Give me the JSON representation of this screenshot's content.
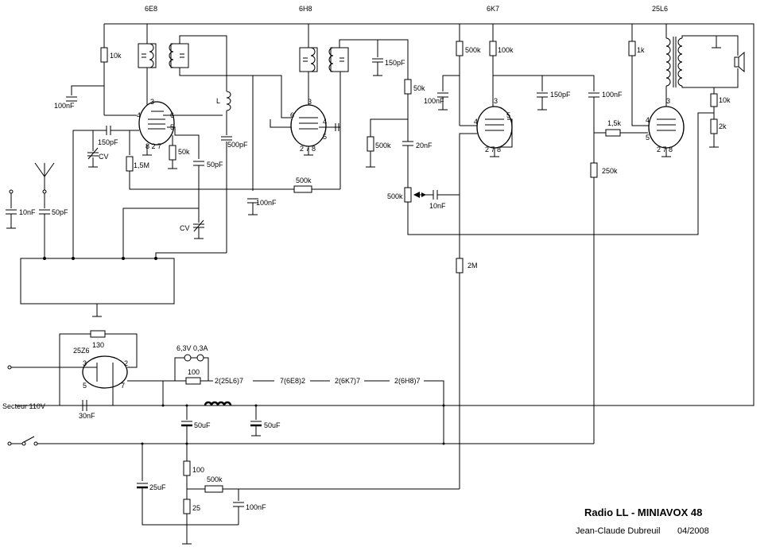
{
  "title": "Radio LL - MINIAVOX 48",
  "author": "Jean-Claude Dubreuil",
  "date": "04/2008",
  "tubes": {
    "t1": "6E8",
    "t2": "6H8",
    "t3": "6K7",
    "t4": "25L6",
    "rect": "25Z6"
  },
  "pins": {
    "p3": "3",
    "p4": "4",
    "p5": "5",
    "p6": "6",
    "p2": "2",
    "p7": "7",
    "p8": "8",
    "p827": "8 2 7",
    "p278": "2 7 8"
  },
  "labels": {
    "r10k": "10k",
    "r10k_b": "10k",
    "c100nF_a": "100nF",
    "L": "L",
    "c150pF_a": "150pF",
    "cv1": "CV",
    "cv2": "CV",
    "r15M": "1,5M",
    "r50k_a": "50k",
    "c50pF_a": "50pF",
    "c500pF": "500pF",
    "c100nF_b": "100nF",
    "r500k_a": "500k",
    "c150pF_b": "150pF",
    "r50k_b": "50k",
    "r500k_b": "500k",
    "c20nF": "20nF",
    "pot500k": "500k",
    "c10nF_a": "10nF",
    "r500k_c": "500k",
    "r100k": "100k",
    "c100nF_c": "100nF",
    "c150pF_c": "150pF",
    "c100nF_d": "100nF",
    "r15k": "1,5k",
    "r250k": "250k",
    "r2M": "2M",
    "r1k": "1k",
    "r2k": "2k",
    "c10nF_b": "10nF",
    "c50pF_b": "50pF",
    "r130": "130",
    "lamp": "6,3V 0,3A",
    "r100_a": "100",
    "heater1": "2(25L6)7",
    "heater2": "7(6E8)2",
    "heater3": "2(6K7)7",
    "heater4": "2(6H8)7",
    "secteur": "Secteur 110V",
    "c30nF": "30nF",
    "c50uF_a": "50uF",
    "c50uF_b": "50uF",
    "c25uF": "25uF",
    "r100_b": "100",
    "r500k_d": "500k",
    "r25": "25",
    "c100nF_e": "100nF"
  }
}
